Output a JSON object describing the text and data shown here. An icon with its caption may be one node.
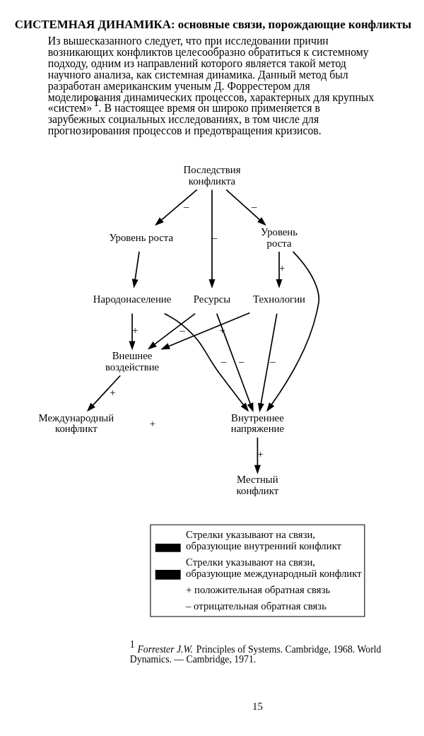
{
  "diagram": {
    "title": "СИСТЕМНАЯ ДИНАМИКА: основные связи, порождающие конфликты",
    "nodes": [
      {
        "text": [
          "Последствия конфликта"
        ]
      },
      {
        "text": [
          "Уровень роста"
        ]
      },
      {
        "text": [
          "Народонаселение"
        ]
      },
      {
        "text": [
          "Внешнее воздействие"
        ]
      },
      {
        "text": [
          "Международный конфликт"
        ]
      },
      {
        "text": [
          "Технологии"
        ]
      },
      {
        "text": [
          "Уровень роста"
        ]
      },
      {
        "text": [
          "Ресурсы"
        ]
      },
      {
        "text": [
          "Внутреннее напряжение"
        ]
      },
      {
        "text": [
          "Местный конфликт"
        ]
      }
    ],
    "edges": [
      {
        "from": 0,
        "to": 1,
        "arrow": "to",
        "label": "–"
      },
      {
        "from": 1,
        "to": 2,
        "arrow": "to"
      },
      {
        "from": 2,
        "to": 3,
        "arrow": "to",
        "label": "+"
      },
      {
        "from": 2,
        "to": 8,
        "arrow": "to",
        "label": "–"
      },
      {
        "from": 3,
        "to": 4,
        "arrow": "to",
        "label": "+"
      },
      {
        "from": 5,
        "to": 3,
        "arrow": "to",
        "label": "+"
      },
      {
        "from": 5,
        "to": 8,
        "arrow": "to",
        "label": "–"
      },
      {
        "from": 6,
        "to": 5,
        "arrow": "to",
        "label": "+"
      },
      {
        "from": 6,
        "to": 8,
        "arrow": "to"
      },
      {
        "from": 0,
        "to": 6,
        "arrow": "to",
        "label": "–"
      },
      {
        "from": 0,
        "to": 7,
        "arrow": "to",
        "label": "–"
      },
      {
        "from": 7,
        "to": 3,
        "arrow": "to",
        "label": "–"
      },
      {
        "from": 7,
        "to": 8,
        "arrow": "to",
        "label": "–"
      },
      {
        "from": 8,
        "to": 9,
        "arrow": "to",
        "label": "+"
      }
    ],
    "labels": [
      "Из вышесказанного следует, что при исследовании причин возникающих конфликтов целесообразно обратиться к системному подходу, одним из направлений которого является такой метод научного анализа, как системная динамика. Данный метод был разработан американским ученым Д. Форрестером для моделирования динамических процессов, характерных для крупных «систем»$^{1}$. В настоящее время он широко применяется в зарубежных социальных исследованиях, в том числе для прогнозирования процессов и предотвращения кризисов.",
      "+",
      "$^{1}$ *Forrester J.W.* Principles of Systems. Cambridge, 1968. World Dynamics. — Cambridge, 1971.",
      "15"
    ],
    "legend": [
      {
        "text": "Стрелки указывают на связи, образующие внутренний конфликт"
      },
      {
        "text": "Стрелки указывают на связи, образующие международный конфликт"
      },
      {
        "text": "+ положительная обратная связь"
      },
      {
        "text": "– отрицательная обратная связь"
      }
    ]
  }
}
